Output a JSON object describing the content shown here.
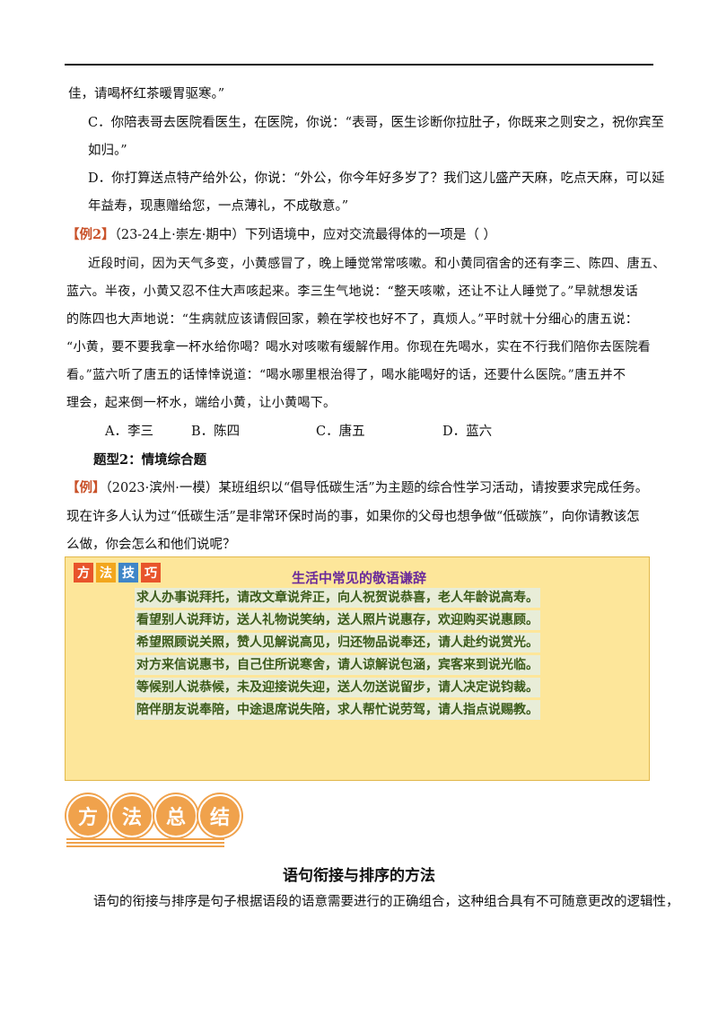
{
  "options_top": [
    "佳，请喝杯红茶暖胃驱寒。”",
    "C．你陪表哥去医院看医生，在医院，你说：“表哥，医生诊断你拉肚子，你既来之则安之，祝你宾至",
    "如归。”",
    "D．你打算送点特产给外公，你说：“外公，你今年好多岁了？我们这儿盛产天麻，吃点天麻，可以延",
    "年益寿，现惠赠给您，一点薄礼，不成敬意。”"
  ],
  "example2": {
    "tag": "【例2】",
    "question": "（23-24上·崇左·期中）下列语境中，应对交流最得体的一项是（    ）",
    "passage": [
      "近段时间，因为天气多变，小黄感冒了，晚上睡觉常常咳嗽。和小黄同宿舍的还有李三、陈四、唐五、",
      "蓝六。半夜，小黄又忍不住大声咳起来。李三生气地说：“整天咳嗽，还让不让人睡觉了。”早就想发话",
      "的陈四也大声地说：“生病就应该请假回家，赖在学校也好不了，真烦人。”平时就十分细心的唐五说：",
      "“小黄，要不要我拿一杯水给你喝？喝水对咳嗽有缓解作用。你现在先喝水，实在不行我们陪你去医院看",
      "看。”蓝六听了唐五的话悻悻说道：“喝水哪里根治得了，喝水能喝好的话，还要什么医院。”唐五并不",
      "理会，起来倒一杯水，端给小黄，让小黄喝下。"
    ],
    "choices": [
      "A．李三",
      "B．陈四",
      "C．唐五",
      "D．蓝六"
    ]
  },
  "topic2": "题型2：情境综合题",
  "example": {
    "tag": "【例】",
    "lines": [
      "（2023·滨州·一模）某班组织以“倡导低碳生活”为主题的综合性学习活动，请按要求完成任务。",
      "现在许多人认为过“低碳生活”是非常环保时尚的事，如果你的父母也想争做“低碳族”，向你请教该怎",
      "么做，你会怎么和他们说呢？"
    ]
  },
  "tips": {
    "badges": [
      "方",
      "法",
      "技",
      "巧"
    ],
    "badge_colors": [
      "#e8542b",
      "#f2a61d",
      "#3f86c8",
      "#e8542b"
    ],
    "title": "生活中常见的敬语谦辞",
    "lines": [
      "求人办事说拜托，请改文章说斧正，向人祝贺说恭喜，老人年龄说高寿。",
      "看望别人说拜访，送人礼物说笑纳，送人照片说惠存，欢迎购买说惠顾。",
      "希望照顾说关照，赞人见解说高见，归还物品说奉还，请人赴约说赏光。",
      "对方来信说惠书，自己住所说寒舍，请人谅解说包涵，宾客来到说光临。",
      "等候别人说恭候，未及迎接说失迎，送人勿送说留步，请人决定说钧裁。",
      "陪伴朋友说奉陪，中途退席说失陪，求人帮忙说劳驾，请人指点说赐教。"
    ]
  },
  "summary": {
    "banner": [
      "方",
      "法",
      "总",
      "结"
    ],
    "title": "语句衔接与排序的方法",
    "intro": "语句的衔接与排序是句子根据语段的语意需要进行的正确组合，这种组合具有不可随意更改的逻辑性，"
  }
}
